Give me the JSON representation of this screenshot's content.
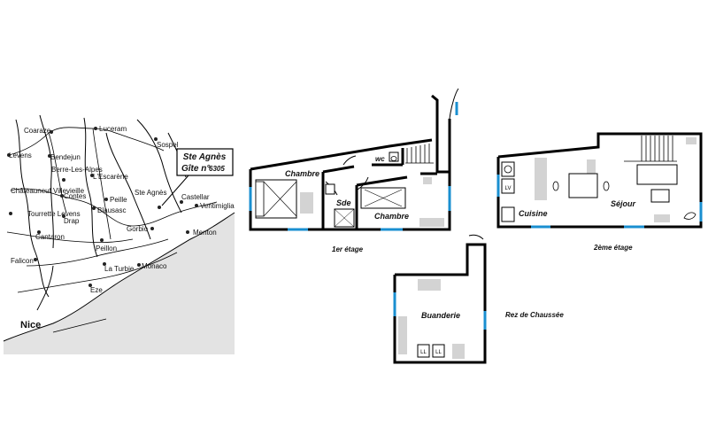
{
  "map": {
    "towns": [
      "Coaraze",
      "Luceram",
      "Sospel",
      "Levens",
      "Bendejun",
      "Berre-Les-Alpes",
      "L'Escarène",
      "Châteauneuf Villevieille",
      "Contes",
      "Peille",
      "Ste Agnès",
      "Castellar",
      "Ventimiglia",
      "Tourrette Levens",
      "Drap",
      "Blausasc",
      "Gorbio",
      "Menton",
      "Cantaron",
      "Peillon",
      "La Turbie",
      "Monaco",
      "Falicon",
      "Eze",
      "Nice"
    ],
    "callout_line1": "Ste Agnès",
    "callout_line2": "Gîte n°",
    "callout_number": "6305"
  },
  "floors": {
    "first": {
      "label": "1er étage",
      "rooms": [
        "Chambre",
        "wc",
        "Sde",
        "Chambre"
      ]
    },
    "second": {
      "label": "2ème étage",
      "rooms": [
        "Cuisine",
        "Séjour"
      ],
      "appliance": "LV"
    },
    "ground": {
      "label": "Rez de Chaussée",
      "rooms": [
        "Buanderie"
      ],
      "appliances": [
        "LL",
        "LL"
      ]
    }
  }
}
